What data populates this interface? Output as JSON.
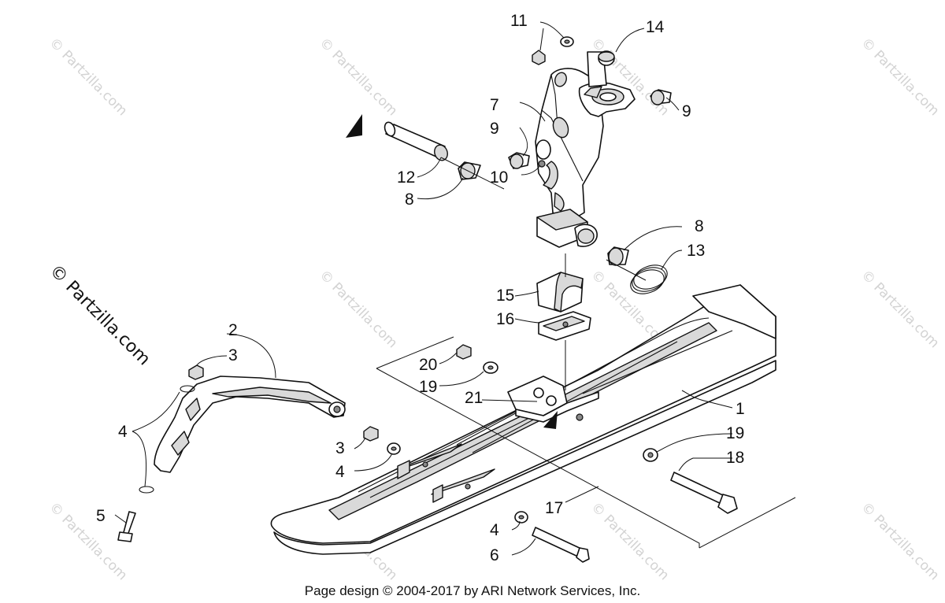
{
  "watermark": {
    "text": "© Partzilla.com",
    "main_text": "© Partzilla.com"
  },
  "callouts": {
    "c1": "1",
    "c2": "2",
    "c3a": "3",
    "c3b": "3",
    "c4a": "4",
    "c4b": "4",
    "c4c": "4",
    "c5": "5",
    "c6": "6",
    "c7": "7",
    "c8a": "8",
    "c8b": "8",
    "c9a": "9",
    "c9b": "9",
    "c10": "10",
    "c11": "11",
    "c12": "12",
    "c13": "13",
    "c14": "14",
    "c15": "15",
    "c16": "16",
    "c17": "17",
    "c18": "18",
    "c19a": "19",
    "c19b": "19",
    "c20": "20",
    "c21": "21"
  },
  "footer": "Page design © 2004-2017 by ARI Network Services, Inc."
}
